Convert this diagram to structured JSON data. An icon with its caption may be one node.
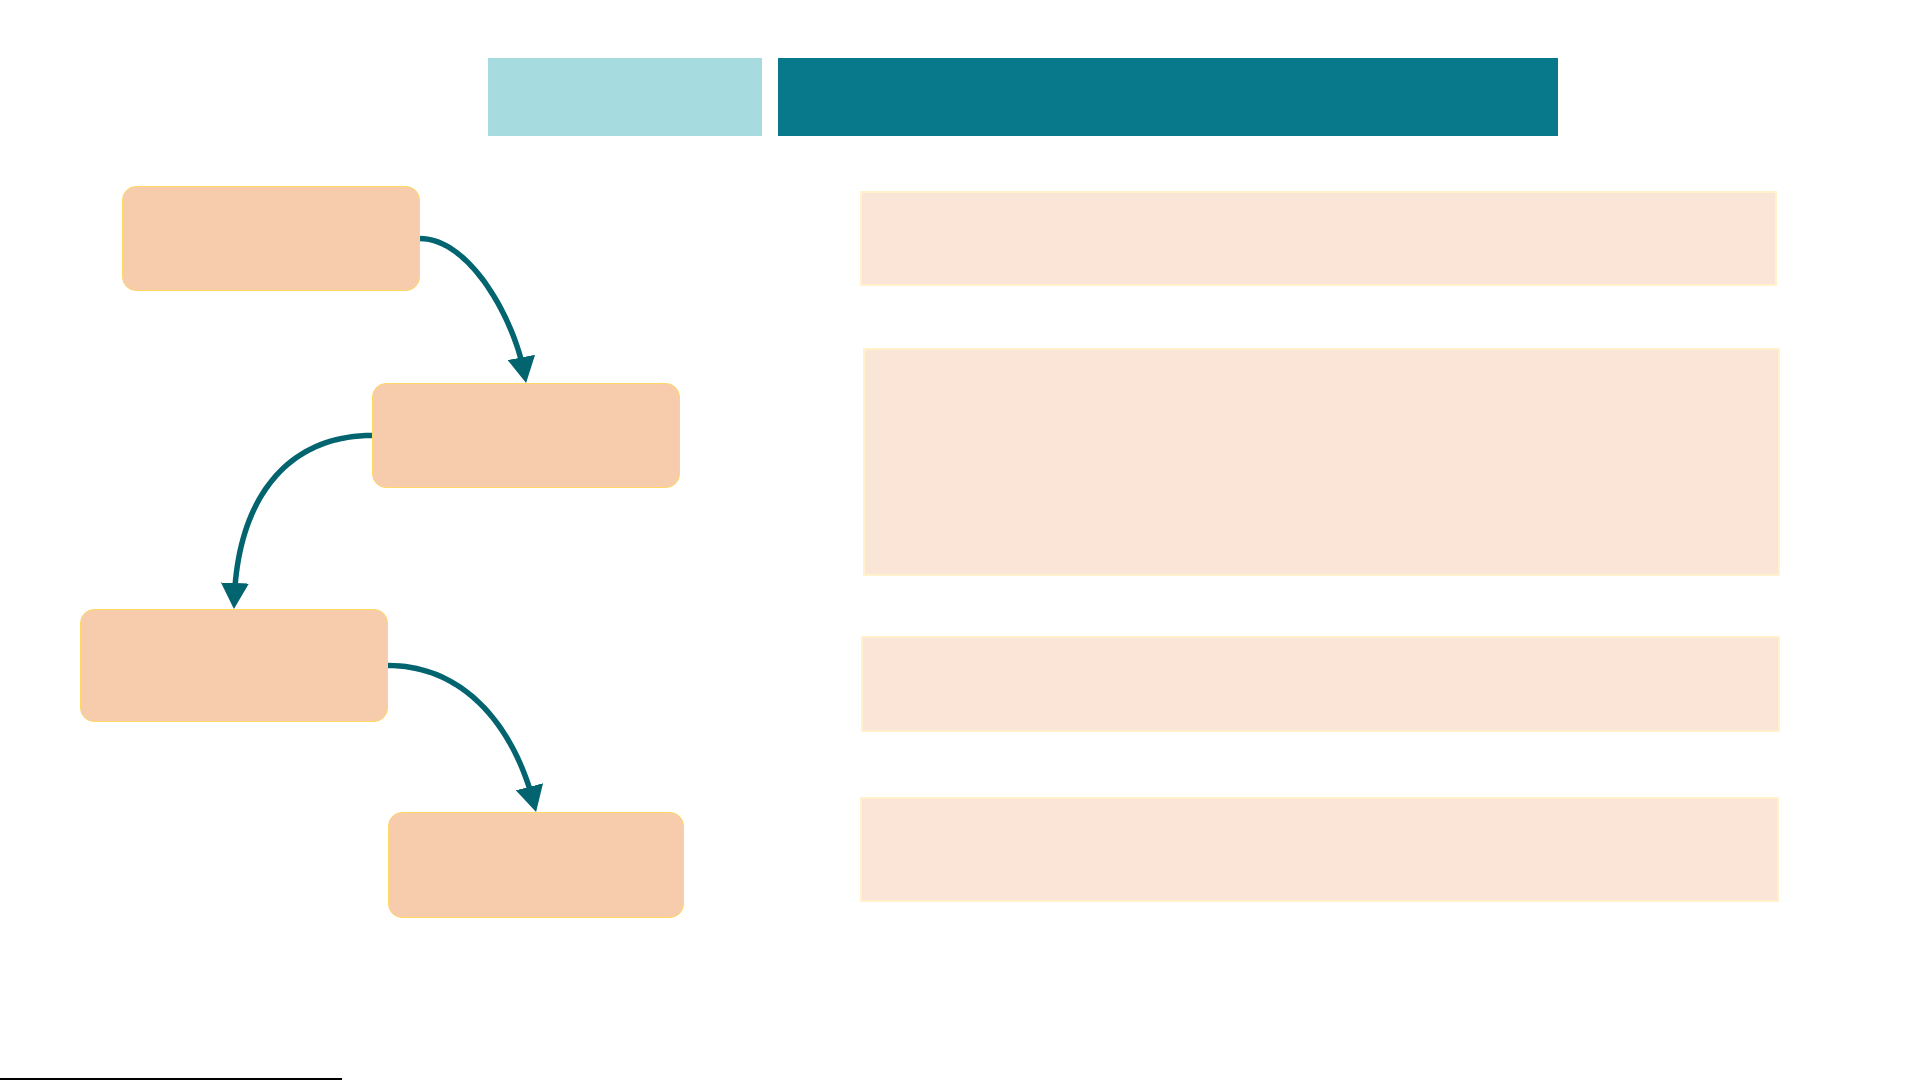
{
  "diagram": {
    "nodes": [
      {
        "text": [],
        "shape": "bar"
      },
      {
        "text": [],
        "shape": "bar"
      },
      {
        "text": [],
        "shape": "box"
      },
      {
        "text": [],
        "shape": "box"
      },
      {
        "text": [],
        "shape": "box"
      },
      {
        "text": [],
        "shape": "box"
      },
      {
        "text": [],
        "shape": "box"
      },
      {
        "text": [],
        "shape": "box"
      },
      {
        "text": [],
        "shape": "box"
      },
      {
        "text": [],
        "shape": "box"
      }
    ],
    "edges": [
      {
        "from": 2,
        "to": 3,
        "arrow": "to"
      },
      {
        "from": 3,
        "to": 4,
        "arrow": "to"
      },
      {
        "from": 4,
        "to": 5,
        "arrow": "to"
      }
    ]
  }
}
